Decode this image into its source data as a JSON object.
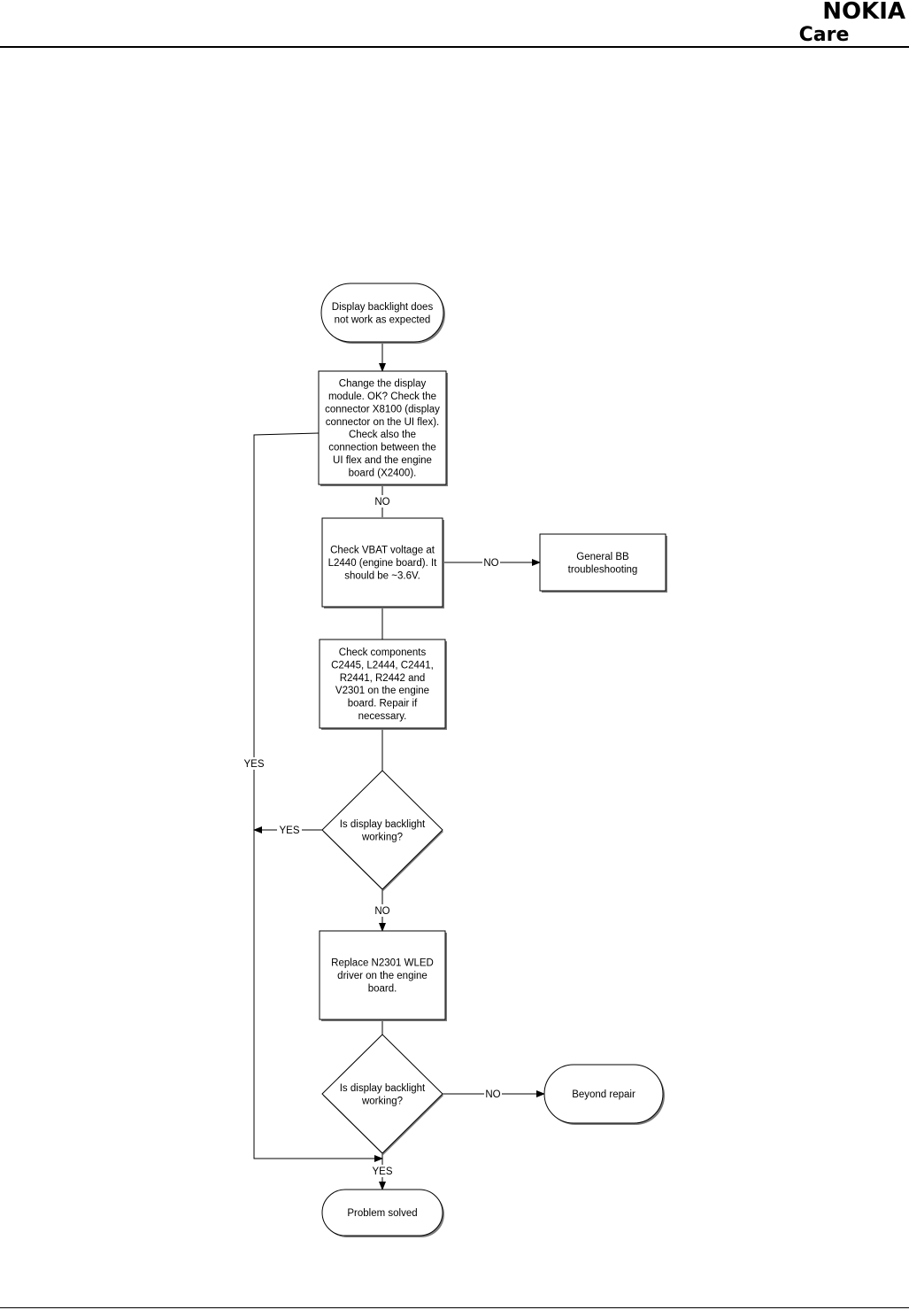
{
  "header": {
    "brand": "NOKIA",
    "subbrand": "Care",
    "brand_color": "#124191",
    "subbrand_color": "#6cbf3f"
  },
  "flowchart": {
    "nodes": [
      {
        "id": "start",
        "shape": "terminator",
        "lines": [
          "Display backlight does",
          "not work as expected"
        ]
      },
      {
        "id": "change-display",
        "shape": "process",
        "lines": [
          "Change the display",
          "module. OK? Check the",
          "connector X8100 (display",
          "connector on the UI flex).",
          "Check also the",
          "connection between the",
          "UI flex and the engine",
          "board (X2400)."
        ]
      },
      {
        "id": "check-vbat",
        "shape": "process",
        "lines": [
          "Check VBAT voltage at",
          "L2440 (engine board). It",
          "should be ~3.6V."
        ]
      },
      {
        "id": "general-bb",
        "shape": "process",
        "lines": [
          "General BB",
          "troubleshooting"
        ]
      },
      {
        "id": "check-components",
        "shape": "process",
        "lines": [
          "Check components",
          "C2445, L2444, C2441,",
          "R2441, R2442 and",
          "V2301 on the engine",
          "board. Repair if",
          "necessary."
        ]
      },
      {
        "id": "decision-1",
        "shape": "decision",
        "lines": [
          "Is display backlight",
          "working?"
        ]
      },
      {
        "id": "replace-driver",
        "shape": "process",
        "lines": [
          "Replace N2301 WLED",
          "driver on the engine",
          "board."
        ]
      },
      {
        "id": "decision-2",
        "shape": "decision",
        "lines": [
          "Is display backlight",
          "working?"
        ]
      },
      {
        "id": "beyond-repair",
        "shape": "terminator",
        "lines": [
          "Beyond repair"
        ]
      },
      {
        "id": "solved",
        "shape": "terminator",
        "lines": [
          "Problem solved"
        ]
      }
    ],
    "edges": [
      {
        "id": "e1",
        "from": "start",
        "to": "change-display",
        "label": ""
      },
      {
        "id": "e2",
        "from": "change-display",
        "to": "check-vbat",
        "label": "NO"
      },
      {
        "id": "e3",
        "from": "check-vbat",
        "to": "general-bb",
        "label": "NO"
      },
      {
        "id": "e4",
        "from": "check-vbat",
        "to": "check-components",
        "label": ""
      },
      {
        "id": "e5",
        "from": "check-components",
        "to": "decision-1",
        "label": ""
      },
      {
        "id": "e6",
        "from": "decision-1",
        "to": "replace-driver",
        "label": "NO"
      },
      {
        "id": "e7",
        "from": "decision-1",
        "to": "yes-line",
        "label": "YES"
      },
      {
        "id": "e8",
        "from": "change-display",
        "to": "solved",
        "label": "YES"
      },
      {
        "id": "e9",
        "from": "replace-driver",
        "to": "decision-2",
        "label": ""
      },
      {
        "id": "e10",
        "from": "decision-2",
        "to": "beyond-repair",
        "label": "NO"
      },
      {
        "id": "e11",
        "from": "decision-2",
        "to": "solved",
        "label": "YES"
      }
    ]
  }
}
